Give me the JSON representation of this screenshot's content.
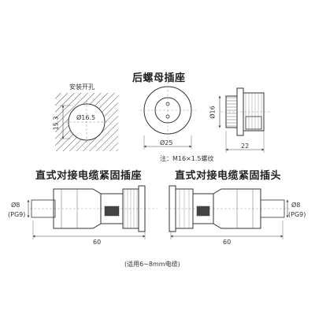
{
  "titles": {
    "rear_nut_socket": "后螺母插座",
    "straight_socket": "直式对接电缆紧固插座",
    "straight_plug": "直式对接电缆紧固插头"
  },
  "panel_cutout": {
    "label": "安装开孔",
    "diameter": "Ø16.5",
    "flat_width": "15.3"
  },
  "front_view": {
    "diameter": "Ø25"
  },
  "side_view": {
    "diameter": "Ø16",
    "length": "22"
  },
  "note": "注：M16×1.5螺纹",
  "socket_dims": {
    "cable_dia": "Ø8",
    "cable_gland": "(PG9)",
    "length": "60"
  },
  "plug_dims": {
    "cable_dia": "Ø8",
    "cable_gland": "(PG9)",
    "length": "60"
  },
  "footnote": "(适用6~8mm电缆)",
  "colors": {
    "line": "#333333",
    "dim": "#555555"
  }
}
